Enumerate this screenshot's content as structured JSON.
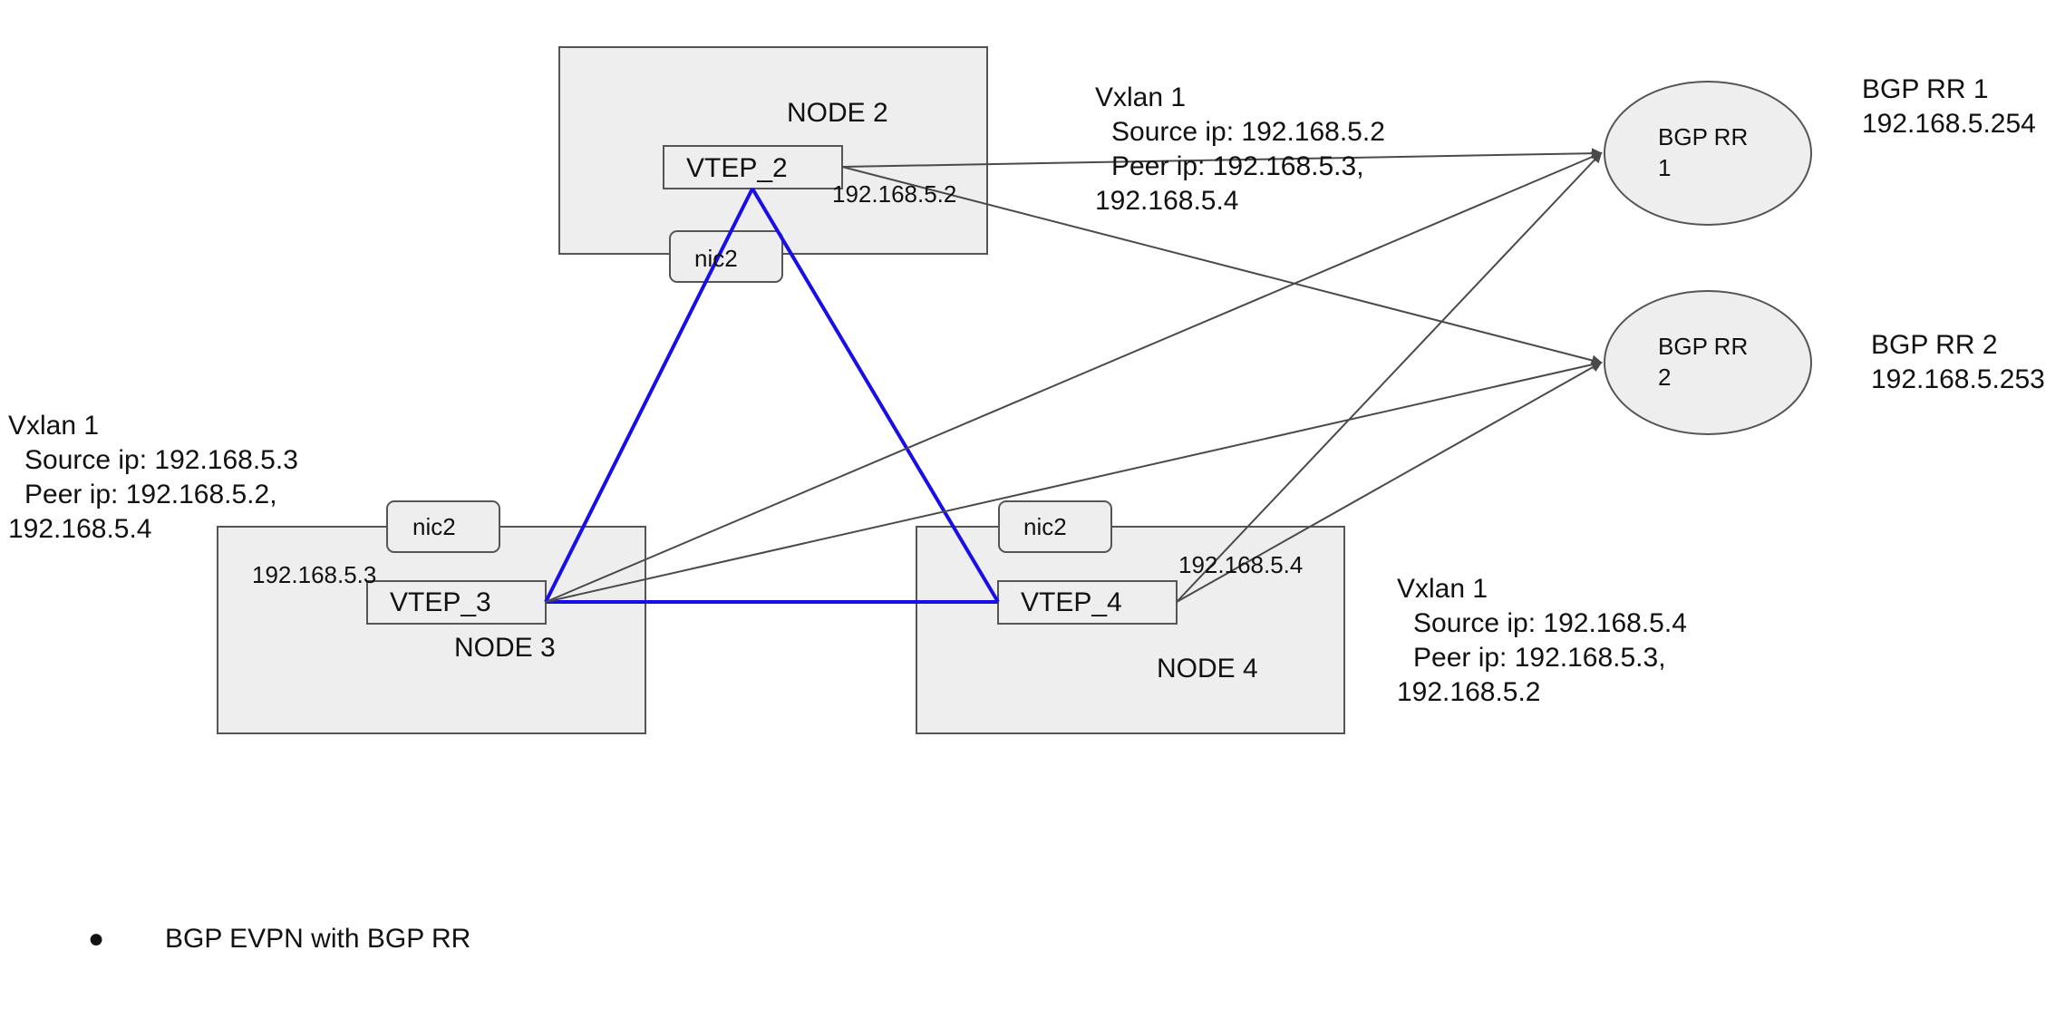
{
  "diagram": {
    "colors": {
      "node_fill": "#eeeeee",
      "node_stroke": "#555555",
      "mesh_line": "#1a0ee6",
      "bgp_arrow": "#4a4a4a",
      "text": "#111111"
    },
    "nodes": {
      "node2": {
        "label": "NODE 2",
        "vtep": "VTEP_2",
        "nic": "nic2",
        "ip": "192.168.5.2"
      },
      "node3": {
        "label": "NODE 3",
        "vtep": "VTEP_3",
        "nic": "nic2",
        "ip": "192.168.5.3"
      },
      "node4": {
        "label": "NODE 4",
        "vtep": "VTEP_4",
        "nic": "nic2",
        "ip": "192.168.5.4"
      }
    },
    "route_reflectors": {
      "rr1": {
        "circle_line1": "BGP RR",
        "circle_line2": "1",
        "name": "BGP RR 1",
        "ip": "192.168.5.254"
      },
      "rr2": {
        "circle_line1": "BGP RR",
        "circle_line2": "2",
        "name": "BGP RR 2",
        "ip": "192.168.5.253"
      }
    },
    "vxlan_info": {
      "node2": {
        "title": "Vxlan 1",
        "source": "Source ip: 192.168.5.2",
        "peer": "Peer ip: 192.168.5.3,",
        "peer_cont": "192.168.5.4"
      },
      "node3": {
        "title": "Vxlan 1",
        "source": "Source ip: 192.168.5.3",
        "peer": "Peer ip: 192.168.5.2,",
        "peer_cont": "192.168.5.4"
      },
      "node4": {
        "title": "Vxlan 1",
        "source": "Source ip: 192.168.5.4",
        "peer": "Peer ip: 192.168.5.3,",
        "peer_cont": "192.168.5.2"
      }
    },
    "bullet": {
      "symbol": "●",
      "text": "BGP EVPN with BGP RR"
    }
  }
}
